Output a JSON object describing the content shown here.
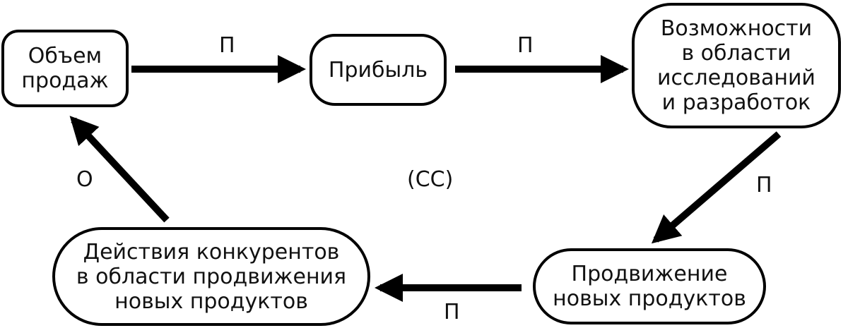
{
  "nodes": [
    {
      "id": "sales-volume",
      "label": "Объем\nпродаж"
    },
    {
      "id": "profit",
      "label": "Прибыль"
    },
    {
      "id": "rd-capability",
      "label": "Возможности\nв области\nисследований\nи разработок"
    },
    {
      "id": "new-product-promotion",
      "label": "Продвижение\nновых продуктов"
    },
    {
      "id": "competitor-actions",
      "label": "Действия конкурентов\nв области продвижения\nновых продуктов"
    }
  ],
  "edges": [
    {
      "from": "sales-volume",
      "to": "profit",
      "label": "П"
    },
    {
      "from": "profit",
      "to": "rd-capability",
      "label": "П"
    },
    {
      "from": "rd-capability",
      "to": "new-product-promotion",
      "label": "П"
    },
    {
      "from": "new-product-promotion",
      "to": "competitor-actions",
      "label": "П"
    },
    {
      "from": "competitor-actions",
      "to": "sales-volume",
      "label": "О"
    }
  ],
  "cycle_label": "(CC)",
  "colors": {
    "stroke": "#000000",
    "text": "#111111",
    "background": "#ffffff"
  }
}
